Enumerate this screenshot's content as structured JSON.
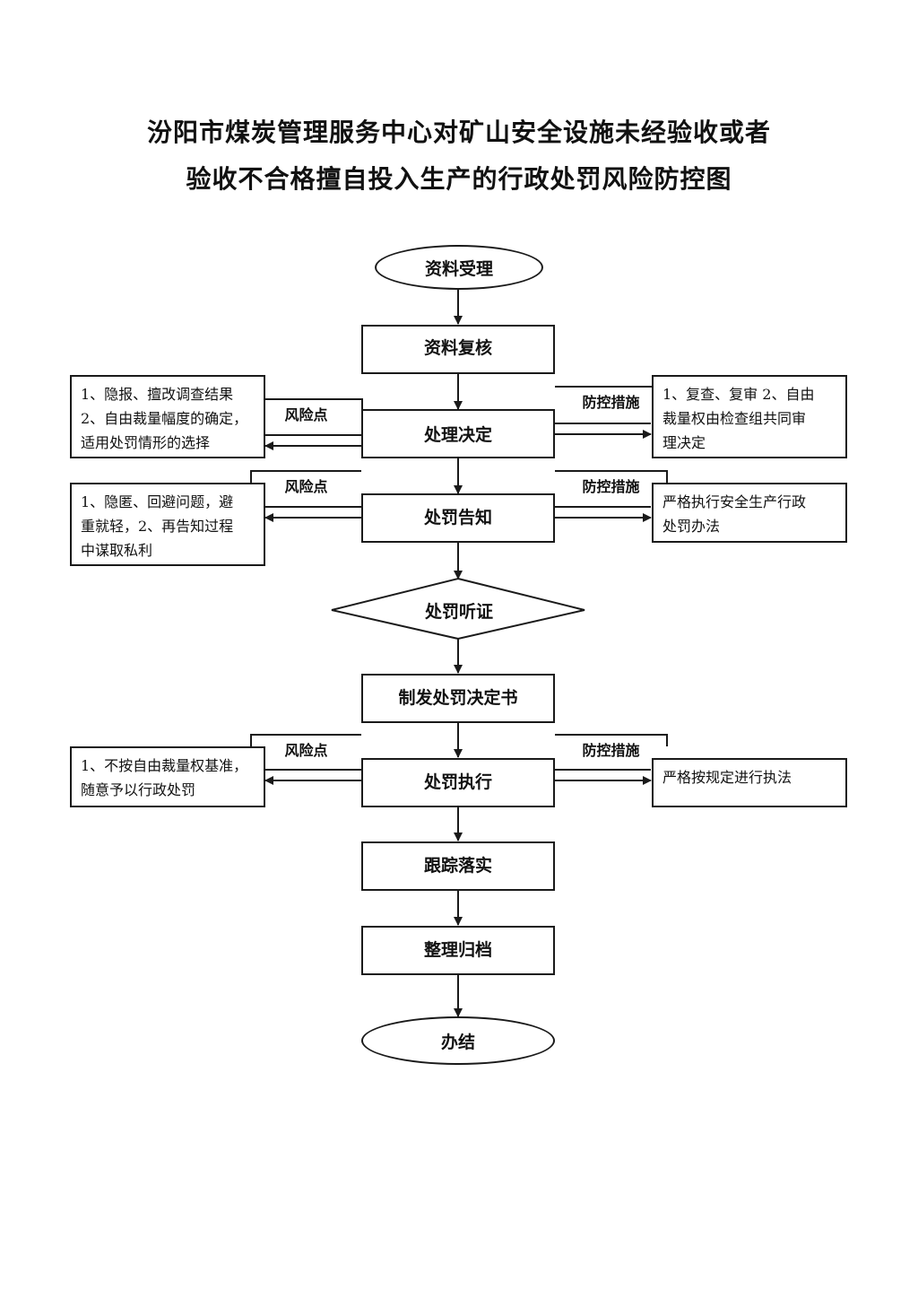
{
  "title": {
    "line1": "汾阳市煤炭管理服务中心对矿山安全设施未经验收或者",
    "line2": "验收不合格擅自投入生产的行政处罚风险防控图"
  },
  "flow": {
    "start": "资料受理",
    "review": "资料复核",
    "decision": "处理决定",
    "notice": "处罚告知",
    "hearing": "处罚听证",
    "issue": "制发处罚决定书",
    "execute": "处罚执行",
    "track": "跟踪落实",
    "archive": "整理归档",
    "end": "办结"
  },
  "labels": {
    "risk": "风险点",
    "control": "防控措施"
  },
  "risks": {
    "decision": [
      "1、隐报、擅改调查结果",
      "2、自由裁量幅度的确定，",
      "适用处罚情形的选择"
    ],
    "notice": [
      "1、隐匿、回避问题，避",
      "重就轻，2、再告知过程",
      "中谋取私利"
    ],
    "execute": [
      "1、不按自由裁量权基准，",
      "随意予以行政处罚"
    ]
  },
  "controls": {
    "decision": [
      "1、复查、复审 2、自由",
      "裁量权由检查组共同审",
      "理决定"
    ],
    "notice": [
      "严格执行安全生产行政",
      "处罚办法"
    ],
    "execute": [
      "严格按规定进行执法"
    ]
  }
}
